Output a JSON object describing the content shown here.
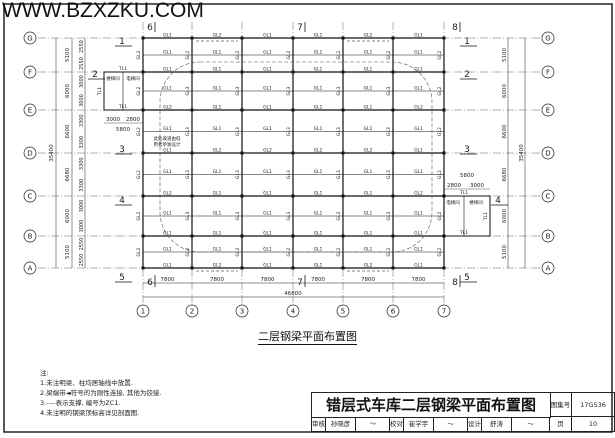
{
  "watermark": "WWW.BZXZKU.COM",
  "plan_title": "二层钢梁平面布置图",
  "axes": {
    "columns": [
      "1",
      "2",
      "3",
      "4",
      "5",
      "6",
      "7"
    ],
    "rows": [
      "G",
      "F",
      "E",
      "D",
      "C",
      "B",
      "A"
    ]
  },
  "dimensions": {
    "bottom_spans": [
      "7800",
      "7800",
      "7800",
      "7800",
      "7800",
      "7800"
    ],
    "bottom_total": "46800",
    "left_total": "35400",
    "left_spans": [
      "5100",
      "6000",
      "6600",
      "6680",
      "6000",
      "5100"
    ],
    "left_sub": [
      "2550",
      "2550",
      "3000",
      "3000",
      "3300",
      "3300",
      "3300",
      "3300",
      "3000",
      "3000",
      "2550",
      "2550"
    ],
    "right_total": "35400",
    "right_spans": [
      "5100",
      "6000",
      "6600",
      "6680",
      "6000",
      "5100"
    ],
    "left_core": {
      "a": "3000",
      "b": "2800",
      "total": "5800"
    },
    "right_core": {
      "a": "2800",
      "b": "3000",
      "total": "5800"
    }
  },
  "section_marks": {
    "left": [
      "1",
      "2",
      "3",
      "4",
      "5"
    ],
    "right": [
      "1",
      "2",
      "3",
      "4",
      "5"
    ],
    "top": [
      "6",
      "7",
      "8"
    ],
    "bottom": [
      "6",
      "7",
      "8"
    ]
  },
  "beams": {
    "rows": [
      [
        "GL1",
        "GL2",
        "GL1",
        "GL1",
        "GL2",
        "GL1"
      ],
      [
        "GL1",
        "GL1",
        "GL1",
        "GL1",
        "GL1",
        "GL1"
      ],
      [
        "GL1",
        "GL1",
        "GL1",
        "GL1",
        "GL1",
        "GL1"
      ],
      [
        "GL1",
        "GL1",
        "GL1",
        "GL1",
        "GL1",
        "GL1"
      ],
      [
        "GL2",
        "GL1",
        "GL1",
        "GL1",
        "GL1",
        "GL2"
      ],
      [
        "GL1",
        "GL1",
        "GL1",
        "GL1",
        "GL1",
        "GL1"
      ],
      [
        "GL1",
        "GL2",
        "GL2",
        "GL2",
        "GL2",
        "GL1"
      ],
      [
        "GL1",
        "GL1",
        "GL1",
        "GL1",
        "GL1",
        "GL1"
      ],
      [
        "GL2",
        "GL1",
        "GL1",
        "GL1",
        "GL1",
        "GL2"
      ],
      [
        "GL1",
        "GL1",
        "GL1",
        "GL1",
        "GL1",
        "GL1"
      ],
      [
        "GL1",
        "GL1",
        "GL1",
        "GL1",
        "GL1",
        "GL1"
      ],
      [
        "GL1",
        "GL1",
        "GL1",
        "GL1",
        "GL1",
        "GL1"
      ],
      [
        "GL1",
        "GL2",
        "GL1",
        "GL1",
        "GL2",
        "GL1"
      ]
    ],
    "column_label_main": "GL2",
    "column_label_inner": "GL3",
    "core_beam": "TL1"
  },
  "rooms": {
    "stair": "楼梯间",
    "elevator": "电梯间",
    "ramp_note": "此处坡道由低用者单独设计"
  },
  "notes": {
    "heading": "注:",
    "items": [
      "1.未注明梁、柱均居轴线中放置.",
      "2.梁端带◄符号的为刚性连接, 其他为铰接.",
      "3.----表示支撑, 编号为ZC1.",
      "4.未注明的钢梁顶标高详见剖面图."
    ]
  },
  "title_block": {
    "title": "错层式车库二层钢梁平面布置图",
    "atlas_label": "图集号",
    "atlas_no": "17G536",
    "review_label": "审核",
    "reviewer": "孙晓彦",
    "check_label": "校对",
    "checker": "崔学宇",
    "design_label": "设计",
    "designer": "舒涛",
    "page_label": "页",
    "page_no": "10"
  }
}
